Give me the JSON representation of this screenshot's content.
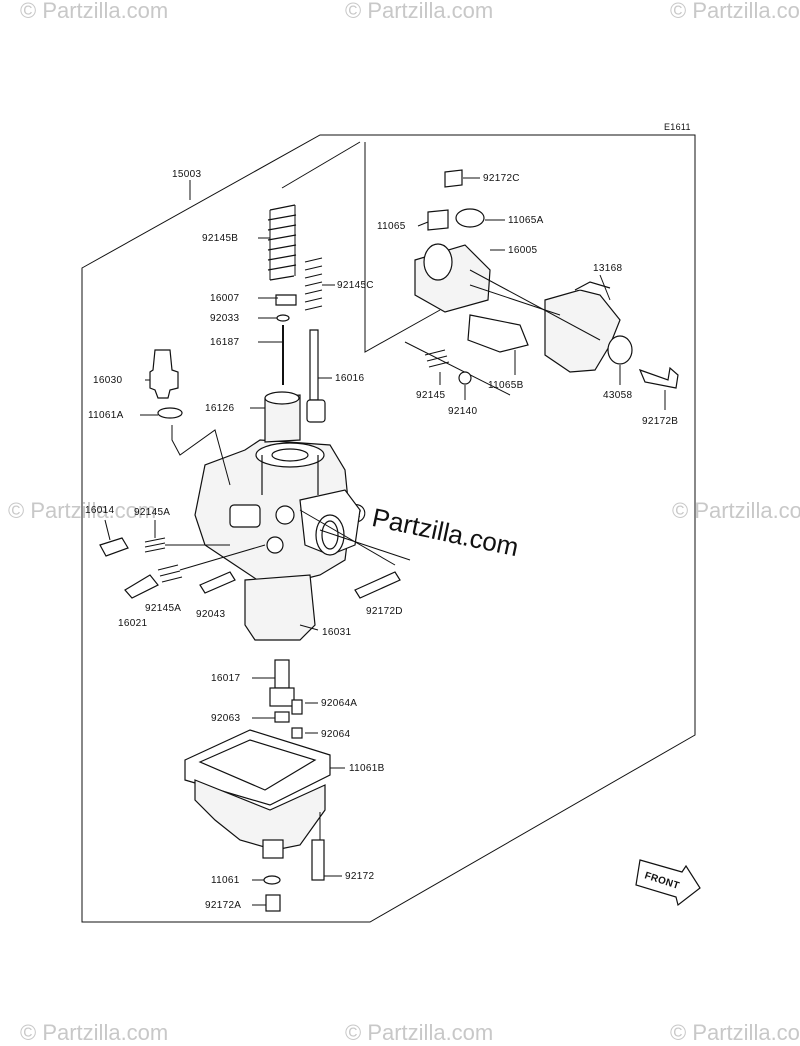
{
  "diagram": {
    "code": "E1611",
    "watermark": "© Partzilla.com",
    "front_label": "FRONT",
    "parts": [
      {
        "id": "15003"
      },
      {
        "id": "92145B"
      },
      {
        "id": "92145C"
      },
      {
        "id": "16007"
      },
      {
        "id": "92033"
      },
      {
        "id": "16187"
      },
      {
        "id": "16016"
      },
      {
        "id": "16030"
      },
      {
        "id": "16126"
      },
      {
        "id": "11061A"
      },
      {
        "id": "16014"
      },
      {
        "id": "92145A"
      },
      {
        "id": "92145A"
      },
      {
        "id": "16021"
      },
      {
        "id": "92043"
      },
      {
        "id": "92172D"
      },
      {
        "id": "16031"
      },
      {
        "id": "16017"
      },
      {
        "id": "92064A"
      },
      {
        "id": "92063"
      },
      {
        "id": "92064"
      },
      {
        "id": "11061B"
      },
      {
        "id": "11061"
      },
      {
        "id": "92172"
      },
      {
        "id": "92172A"
      },
      {
        "id": "92172C"
      },
      {
        "id": "11065"
      },
      {
        "id": "11065A"
      },
      {
        "id": "16005"
      },
      {
        "id": "13168"
      },
      {
        "id": "92145"
      },
      {
        "id": "92140"
      },
      {
        "id": "11065B"
      },
      {
        "id": "43058"
      },
      {
        "id": "92172B"
      }
    ]
  }
}
